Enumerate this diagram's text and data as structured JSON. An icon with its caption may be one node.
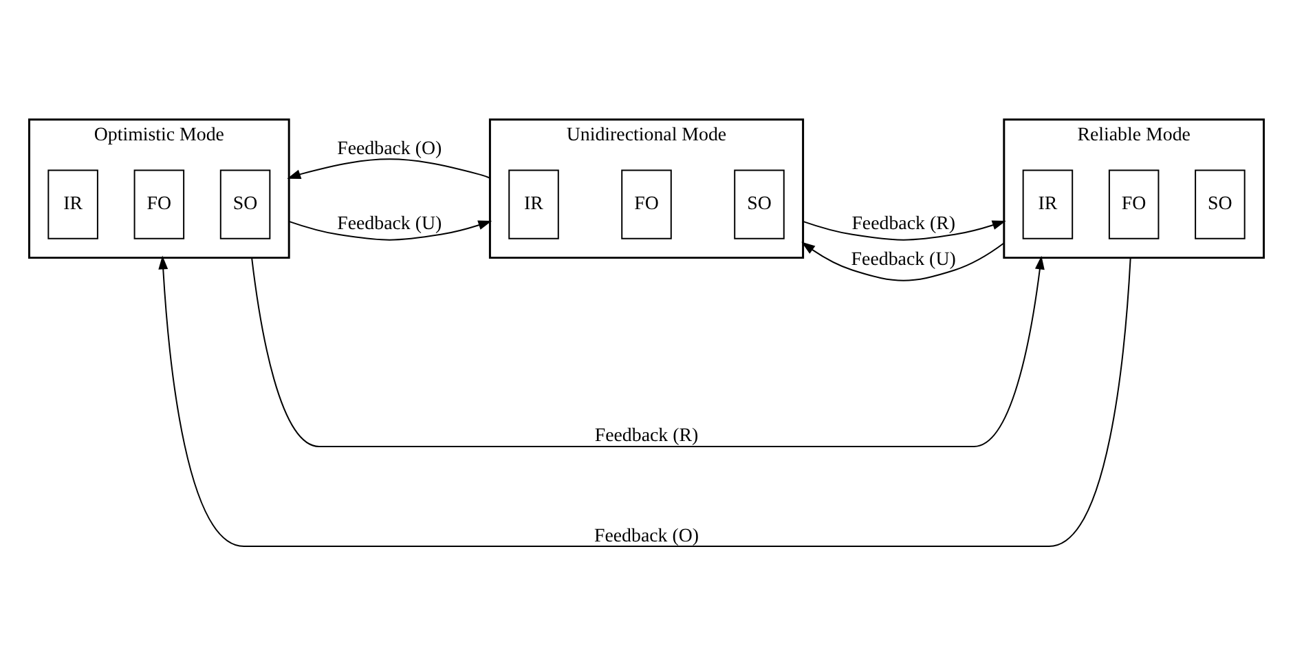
{
  "diagram": {
    "nodes": [
      {
        "text": [
          "Unidirectional Mode"
        ]
      },
      {
        "text": [
          "IR"
        ],
        "in": 0
      },
      {
        "text": [
          "FO"
        ],
        "in": 0
      },
      {
        "text": [
          "SO"
        ],
        "in": 0
      },
      {
        "text": [
          "Optimistic Mode"
        ]
      },
      {
        "text": [
          "IR"
        ],
        "in": 4
      },
      {
        "text": [
          "FO"
        ],
        "in": 4
      },
      {
        "text": [
          "SO"
        ],
        "in": 4
      },
      {
        "text": [
          "Reliable Mode"
        ]
      },
      {
        "text": [
          "IR"
        ],
        "in": 8
      },
      {
        "text": [
          "FO"
        ],
        "in": 8
      },
      {
        "text": [
          "SO"
        ],
        "in": 8
      }
    ],
    "edges": [
      {
        "from": 0,
        "to": 4,
        "arrow": "to",
        "label": "Feedback (O)"
      },
      {
        "from": 4,
        "to": 0,
        "arrow": "to",
        "label": "Feedback (U)"
      },
      {
        "from": 0,
        "to": 8,
        "arrow": "to",
        "label": "Feedback (R)"
      },
      {
        "from": 8,
        "to": 0,
        "arrow": "to",
        "label": "Feedback (U)"
      },
      {
        "from": 8,
        "to": 4,
        "arrow": "to",
        "label": "Feedback (O)"
      },
      {
        "from": 4,
        "to": 8,
        "arrow": "to",
        "label": "Feedback (R)"
      }
    ]
  }
}
